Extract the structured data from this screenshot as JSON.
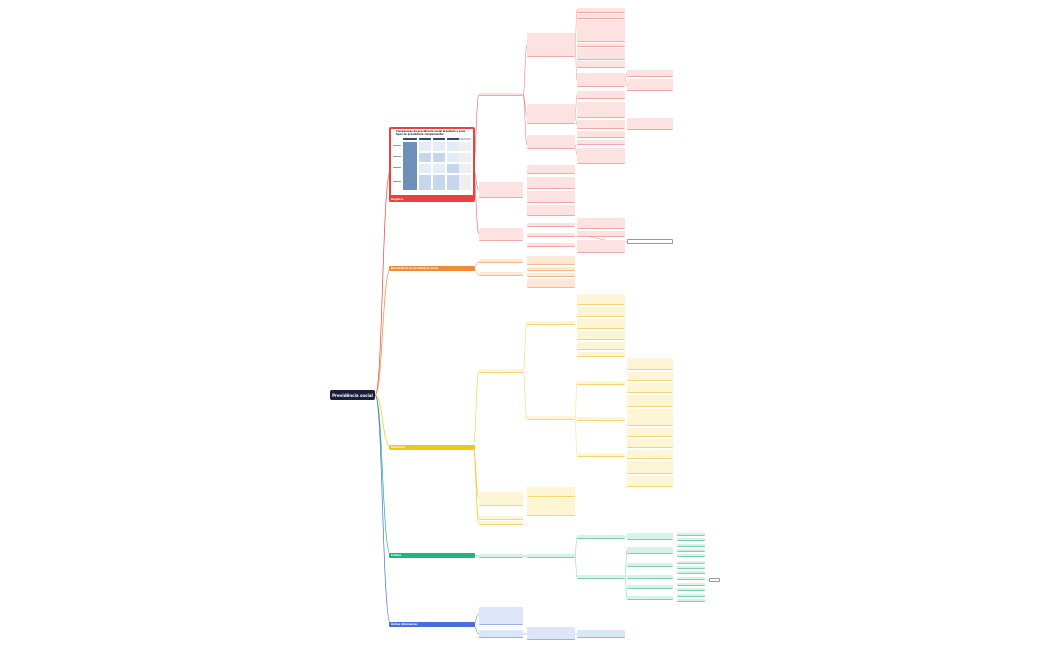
{
  "root": {
    "label": "Previdência social"
  },
  "branches": [
    {
      "id": "regimes",
      "label": "Regimes",
      "color": "#e8423f"
    },
    {
      "id": "beneficiarios",
      "label": "Beneficiários do previdência social",
      "color": "#f08b3a"
    },
    {
      "id": "beneficios",
      "label": "Benefícios",
      "color": "#f2c518"
    },
    {
      "id": "custeio",
      "label": "Custeio",
      "color": "#1db67a"
    },
    {
      "id": "outras",
      "label": "Outras informações",
      "color": "#4a6ee0"
    }
  ],
  "table": {
    "header": "Comparação da previdência social brasileira e seus tipos de previdência complementar"
  },
  "colors": {
    "root": "#1b1f3b",
    "line_red": "#e8423f",
    "line_orange": "#f08b3a",
    "line_yellow": "#f2c518",
    "line_green": "#1db67a",
    "line_blue": "#4a6ee0"
  }
}
